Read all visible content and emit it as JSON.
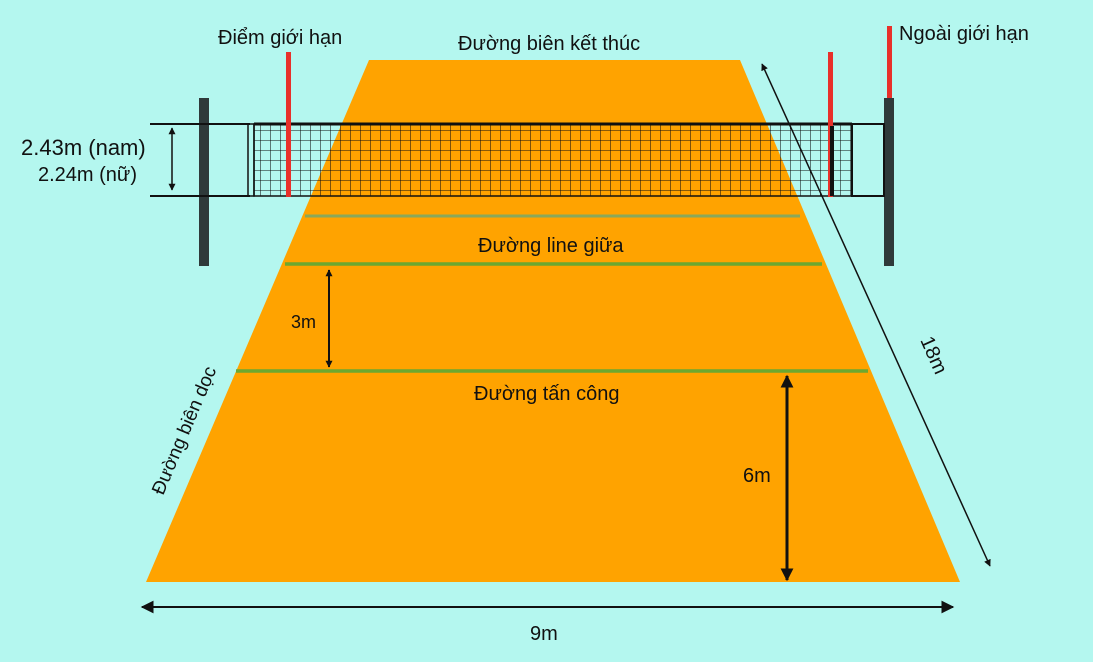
{
  "labels": {
    "diem_gioi_han": "Điểm giới hạn",
    "duong_bien_ket_thuc": "Đường biên kết thúc",
    "ngoai_gioi_han": "Ngoài giới hạn",
    "net_height_men": "2.43m (nam)",
    "net_height_women": "2.24m (nữ)",
    "duong_line_giua": "Đường line giữa",
    "three_m": "3m",
    "duong_bien_doc": "Đường biên dọc",
    "eighteen_m": "18m",
    "duong_tan_cong": "Đường tấn công",
    "six_m": "6m",
    "nine_m": "9m"
  },
  "colors": {
    "background": "#b4f7ef",
    "court": "#ffa300",
    "court_line": "#6ca830",
    "net_mesh": "#111111",
    "antenna": "#e8302a",
    "pole": "#2f3a3a"
  }
}
